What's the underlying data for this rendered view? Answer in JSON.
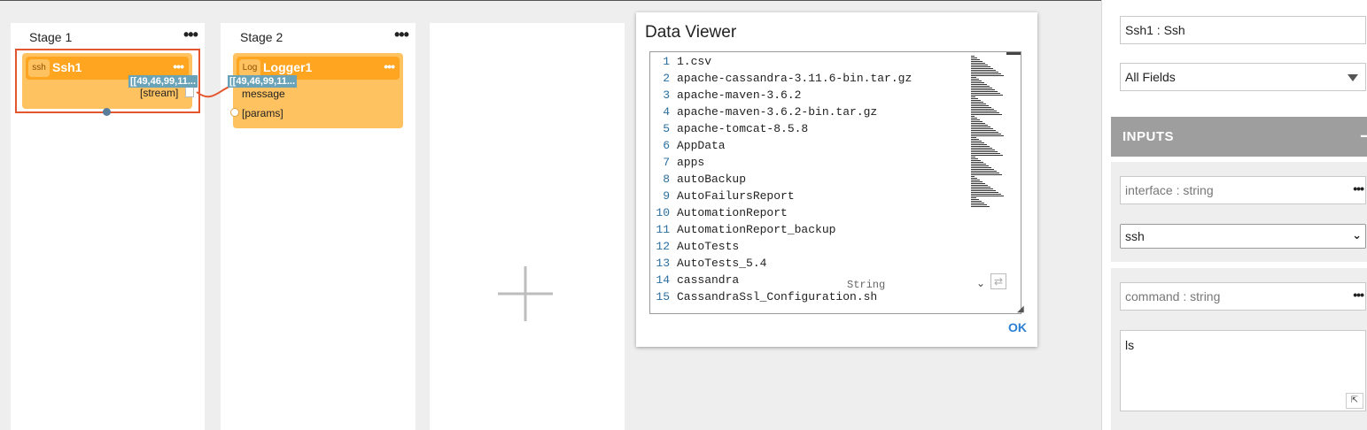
{
  "stages": [
    {
      "title": "Stage 1",
      "menu_icon": "more-horizontal-icon"
    },
    {
      "title": "Stage 2",
      "menu_icon": "more-horizontal-icon"
    }
  ],
  "nodes": {
    "ssh1": {
      "tag": "ssh",
      "name": "Ssh1",
      "output_tooltip": "[[49,46,99,11...",
      "output_port": "[stream]"
    },
    "logger1": {
      "tag": "Log",
      "name": "Logger1",
      "input_tooltip": "[[49,46,99,11...",
      "ports": [
        "message",
        "[params]"
      ]
    }
  },
  "add_stage_icon": "plus-icon",
  "data_viewer": {
    "title": "Data Viewer",
    "lines": [
      {
        "n": "1",
        "text": "1.csv"
      },
      {
        "n": "2",
        "text": "apache-cassandra-3.11.6-bin.tar.gz"
      },
      {
        "n": "3",
        "text": "apache-maven-3.6.2"
      },
      {
        "n": "4",
        "text": "apache-maven-3.6.2-bin.tar.gz"
      },
      {
        "n": "5",
        "text": "apache-tomcat-8.5.8"
      },
      {
        "n": "6",
        "text": "AppData"
      },
      {
        "n": "7",
        "text": "apps"
      },
      {
        "n": "8",
        "text": "autoBackup"
      },
      {
        "n": "9",
        "text": "AutoFailursReport"
      },
      {
        "n": "10",
        "text": "AutomationReport"
      },
      {
        "n": "11",
        "text": "AutomationReport_backup"
      },
      {
        "n": "12",
        "text": "AutoTests"
      },
      {
        "n": "13",
        "text": "AutoTests_5.4"
      },
      {
        "n": "14",
        "text": "cassandra"
      },
      {
        "n": "15",
        "text": "CassandraSsl_Configuration.sh"
      }
    ],
    "type_label": "String",
    "ok_label": "OK"
  },
  "panel": {
    "name_value": "Ssh1 : Ssh",
    "fields_filter": "All Fields",
    "inputs_header": "INPUTS",
    "inputs": [
      {
        "label": "interface : string",
        "value": "ssh"
      },
      {
        "label": "command : string",
        "value": "ls"
      }
    ]
  }
}
